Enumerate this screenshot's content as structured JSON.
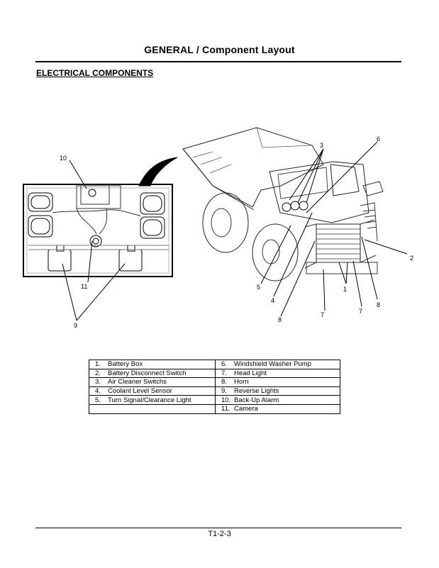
{
  "header": {
    "title": "GENERAL / Component Layout"
  },
  "section": {
    "title": "ELECTRICAL COMPONENTS"
  },
  "callouts": [
    "10",
    "11",
    "9",
    "3",
    "6",
    "2",
    "5",
    "4",
    "8",
    "7",
    "1",
    "7",
    "8"
  ],
  "legend": {
    "left": [
      {
        "num": "1.",
        "label": "Battery Box"
      },
      {
        "num": "2.",
        "label": "Battery Disconnect Switch"
      },
      {
        "num": "3.",
        "label": "Air Cleaner Switchs"
      },
      {
        "num": "4.",
        "label": "Coolant Level Sensor"
      },
      {
        "num": "5.",
        "label": "Turn Signal/Clearance Light"
      }
    ],
    "right": [
      {
        "num": "6.",
        "label": "Windshield Washer Pump"
      },
      {
        "num": "7.",
        "label": "Head Light"
      },
      {
        "num": "8.",
        "label": "Horn"
      },
      {
        "num": "9.",
        "label": "Reverse Lights"
      },
      {
        "num": "10.",
        "label": "Back-Up Alarm"
      },
      {
        "num": "11.",
        "label": "Camera"
      }
    ]
  },
  "footer": {
    "page_number": "T1-2-3"
  }
}
